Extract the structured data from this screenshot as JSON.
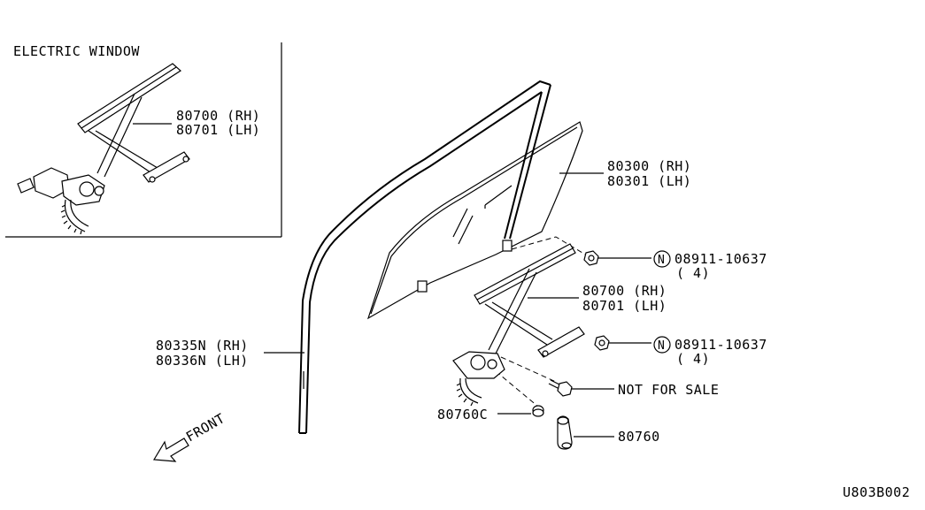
{
  "inset": {
    "title": "ELECTRIC WINDOW"
  },
  "labels": {
    "inset_regulator_rh": "80700  (RH)",
    "inset_regulator_lh": "80701  (LH)",
    "glass_rh": "80300  (RH)",
    "glass_lh": "80301  (LH)",
    "bolt_upper_circle": "N",
    "bolt_upper_part": "08911-10637",
    "bolt_upper_qty": "( 4)",
    "regulator_rh": "80700  (RH)",
    "regulator_lh": "80701  (LH)",
    "bolt_lower_circle": "N",
    "bolt_lower_part": "08911-10637",
    "bolt_lower_qty": "( 4)",
    "not_for_sale": "NOT FOR SALE",
    "run_rh": "80335N (RH)",
    "run_lh": "80336N (LH)",
    "cap": "80760C",
    "handle": "80760",
    "front": "FRONT",
    "diagram_id": "U803B002"
  }
}
